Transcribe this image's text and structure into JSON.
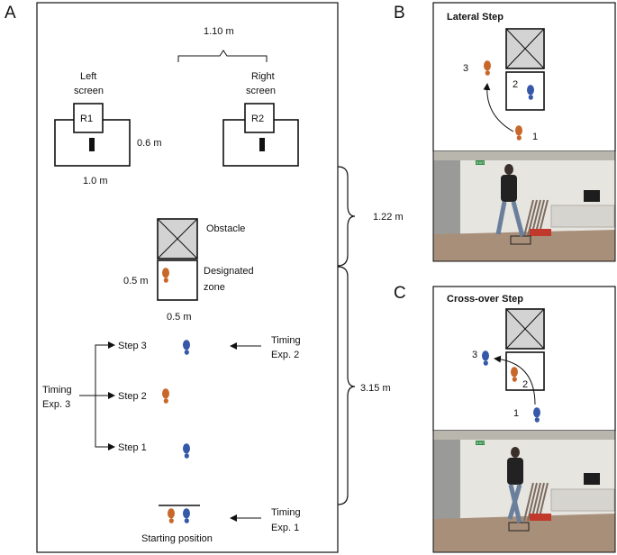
{
  "panels": {
    "a": "A",
    "b": "B",
    "c": "C"
  },
  "panel_a": {
    "screen_distance": "1.10 m",
    "left_screen_line1": "Left",
    "left_screen_line2": "screen",
    "right_screen_line1": "Right",
    "right_screen_line2": "screen",
    "r1": "R1",
    "r2": "R2",
    "table_depth": "0.6 m",
    "table_width": "1.0 m",
    "obstacle": "Obstacle",
    "zone_line1": "Designated",
    "zone_line2": "zone",
    "zone_height": "0.5 m",
    "zone_width": "0.5 m",
    "obstacle_distance": "1.22 m",
    "walk_distance": "3.15 m",
    "step3": "Step 3",
    "step2": "Step 2",
    "step1": "Step 1",
    "timing_exp3_line1": "Timing",
    "timing_exp3_line2": "Exp. 3",
    "timing_exp2_line1": "Timing",
    "timing_exp2_line2": "Exp. 2",
    "timing_exp1_line1": "Timing",
    "timing_exp1_line2": "Exp. 1",
    "starting_position": "Starting position"
  },
  "panel_b": {
    "title": "Lateral Step",
    "n1": "1",
    "n2": "2",
    "n3": "3",
    "photo_sign": "EXIT"
  },
  "panel_c": {
    "title": "Cross-over Step",
    "n1": "1",
    "n2": "2",
    "n3": "3",
    "photo_sign": "EXIT"
  },
  "colors": {
    "orange_foot": "#c8672a",
    "blue_foot": "#3558a8",
    "obstacle_fill": "#d3d3d3",
    "floor": "#a88f7a",
    "wall": "#e7e5e0"
  }
}
